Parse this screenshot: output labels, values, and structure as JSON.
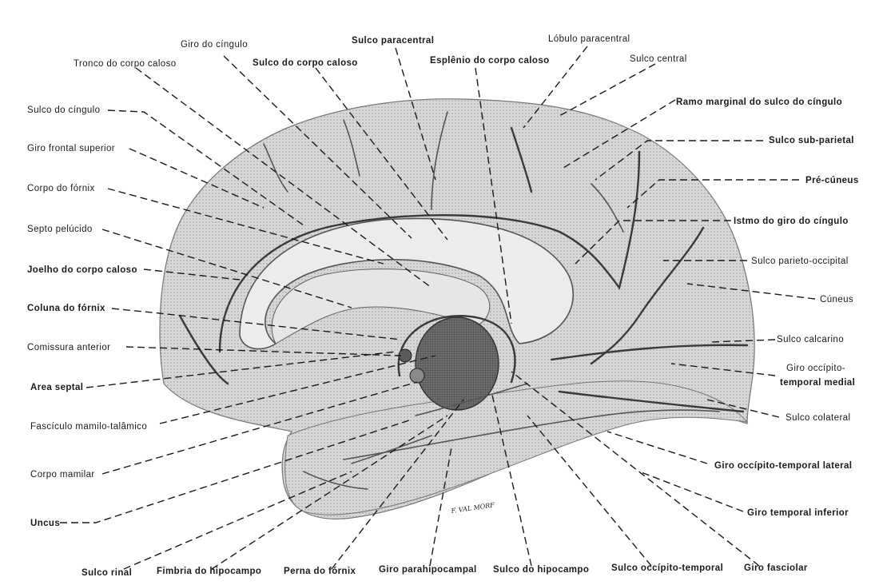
{
  "labels": [
    {
      "id": "giro-do-cingulo",
      "text": "Giro do cíngulo"
    },
    {
      "id": "sulco-paracentral",
      "text": "Sulco paracentral"
    },
    {
      "id": "lobulo-paracentral",
      "text": "Lóbulo paracentral"
    },
    {
      "id": "tronco-do-corpo-caloso",
      "text": "Tronco do corpo caloso"
    },
    {
      "id": "sulco-do-corpo-caloso",
      "text": "Sulco do corpo caloso"
    },
    {
      "id": "esplenio-do-corpo-caloso",
      "text": "Esplênio do corpo caloso"
    },
    {
      "id": "sulco-central",
      "text": "Sulco central"
    },
    {
      "id": "ramo-marginal",
      "text": "Ramo marginal do sulco do cíngulo"
    },
    {
      "id": "sulco-do-cingulo",
      "text": "Sulco do cíngulo"
    },
    {
      "id": "sulco-sub-parietal",
      "text": "Sulco sub-parietal"
    },
    {
      "id": "giro-frontal-superior",
      "text": "Giro frontal superior"
    },
    {
      "id": "pre-cuneus",
      "text": "Pré-cúneus"
    },
    {
      "id": "corpo-do-fornix",
      "text": "Corpo do fórnix"
    },
    {
      "id": "istmo-do-giro-do-cingulo",
      "text": "Istmo do giro do cíngulo"
    },
    {
      "id": "septo-pelucido",
      "text": "Septo pelúcido"
    },
    {
      "id": "sulco-parieto-occipital",
      "text": "Sulco parieto-occipital"
    },
    {
      "id": "joelho-do-corpo-caloso",
      "text": "Joelho do corpo caloso"
    },
    {
      "id": "cuneus",
      "text": "Cúneus"
    },
    {
      "id": "coluna-do-fornix",
      "text": "Coluna do fórnix"
    },
    {
      "id": "sulco-calcarino",
      "text": "Sulco calcarino"
    },
    {
      "id": "comissura-anterior",
      "text": "Comissura anterior"
    },
    {
      "id": "giro-occipito-temporal-medial-1",
      "text": "Giro occípito-"
    },
    {
      "id": "giro-occipito-temporal-medial-2",
      "text": "temporal medial"
    },
    {
      "id": "area-septal",
      "text": "Area septal"
    },
    {
      "id": "sulco-colateral",
      "text": "Sulco colateral"
    },
    {
      "id": "fasciculo-mamilo-talamico",
      "text": "Fascículo mamilo-talâmico"
    },
    {
      "id": "giro-occipito-temporal-lateral",
      "text": "Giro occípito-temporal lateral"
    },
    {
      "id": "corpo-mamilar",
      "text": "Corpo mamilar"
    },
    {
      "id": "giro-temporal-inferior",
      "text": "Giro temporal inferior"
    },
    {
      "id": "uncus",
      "text": "Uncus"
    },
    {
      "id": "sulco-rinal",
      "text": "Sulco rinal"
    },
    {
      "id": "fimbria-do-hipocampo",
      "text": "Fimbria do hipocampo"
    },
    {
      "id": "perna-do-fornix",
      "text": "Perna do fórnix"
    },
    {
      "id": "giro-parahipocampal",
      "text": "Giro parahipocampal"
    },
    {
      "id": "sulco-do-hipocampo",
      "text": "Sulco do hipocampo"
    },
    {
      "id": "sulco-occipito-temporal",
      "text": "Sulco occípito-temporal"
    },
    {
      "id": "giro-fasciolar",
      "text": "Giro fasciolar"
    }
  ],
  "signature": "F. VAL MORF"
}
